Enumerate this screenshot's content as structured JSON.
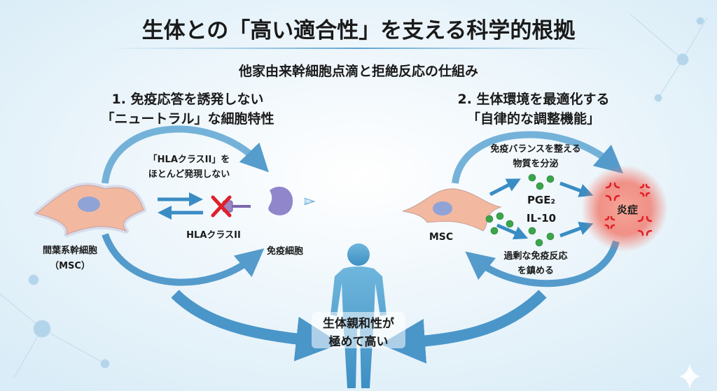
{
  "title": "生体との「高い適合性」を支える科学的根拠",
  "subtitle": "他家由来幹細胞点滴と拒絶反応の仕組み",
  "left": {
    "heading_line1": "1. 免疫応答を誘発しない",
    "heading_line2": "「ニュートラル」な細胞特性",
    "hla_note_line1": "「HLAクラスII」を",
    "hla_note_line2": "ほとんど発現しない",
    "hla_label": "HLAクラスII",
    "msc_label_line1": "間葉系幹細胞",
    "msc_label_line2": "（MSC）",
    "immune_cell_label": "免疫細胞"
  },
  "right": {
    "heading_line1": "2. 生体環境を最適化する",
    "heading_line2": "「自律的な調整機能」",
    "secrete_line1": "免疫バランスを整える",
    "secrete_line2": "物質を分泌",
    "factor1": "PGE₂",
    "factor2": "IL-10",
    "msc_label": "MSC",
    "inflammation_label": "炎症",
    "calm_line1": "過剰な免疫反応",
    "calm_line2": "を鎮める"
  },
  "center": {
    "result_line1": "生体親和性が",
    "result_line2": "極めて高い"
  },
  "colors": {
    "arrow": "#3a8cc4",
    "cell": "#f2b8a0",
    "nucleus": "#8fa3d6",
    "immune": "#a9d4ec",
    "inflammation": "#e8473c",
    "dot": "#3aa54a",
    "cross": "#e0202a"
  }
}
